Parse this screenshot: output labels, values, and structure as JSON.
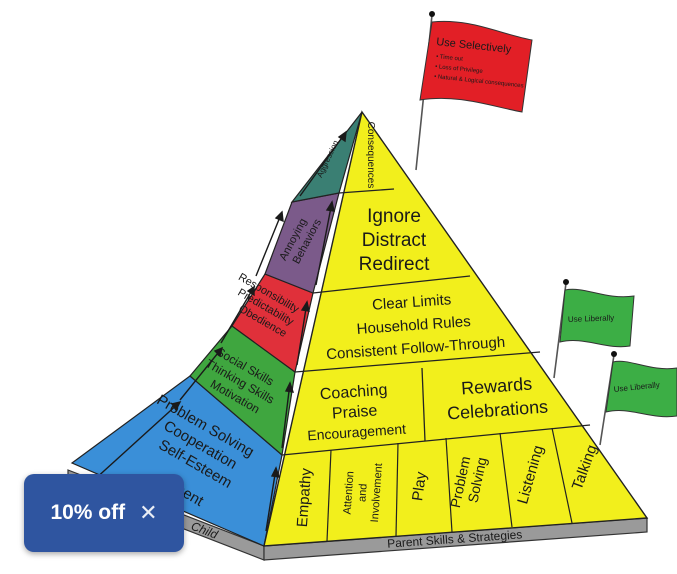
{
  "pyramid": {
    "front": {
      "base_cells": [
        "Empathy",
        "Attention and Involvement",
        "Play",
        "Problem Solving",
        "Listening",
        "Talking"
      ],
      "tier2_left": [
        "Coaching",
        "Praise",
        "Encouragement"
      ],
      "tier2_right": [
        "Rewards",
        "Celebrations"
      ],
      "tier3": [
        "Clear Limits",
        "Household Rules",
        "Consistent Follow-Through"
      ],
      "tier4": [
        "Ignore",
        "Distract",
        "Redirect"
      ],
      "apex": "Consequences",
      "base_label": "Parent Skills & Strategies"
    },
    "side": {
      "tier1": [
        "Problem Solving",
        "Cooperation",
        "Self-Esteem",
        "...ment"
      ],
      "tier2": [
        "Social Skills",
        "Thinking Skills",
        "Motivation"
      ],
      "tier3": [
        "Responsibility",
        "Predictability",
        "Obedience"
      ],
      "tier4": [
        "Annoying",
        "Behaviors"
      ],
      "apex": "Aggression",
      "base_label": "Child"
    },
    "colors": {
      "front": "#f2ef1c",
      "side_blue": "#3a8fd8",
      "side_green": "#3fa63f",
      "side_red": "#e0303a",
      "side_purple": "#7b5a8a",
      "side_teal": "#3a7f73",
      "base": "#9a9a9a"
    }
  },
  "flags": {
    "red": {
      "title": "Use Selectively",
      "items": [
        "• Time out",
        "• Loss of Privilege",
        "• Natural & Logical consequences"
      ]
    },
    "green_upper": {
      "label": "Use Liberally"
    },
    "green_lower": {
      "label": "Use Liberally"
    }
  },
  "promo": {
    "label": "10% off",
    "close": "✕"
  }
}
